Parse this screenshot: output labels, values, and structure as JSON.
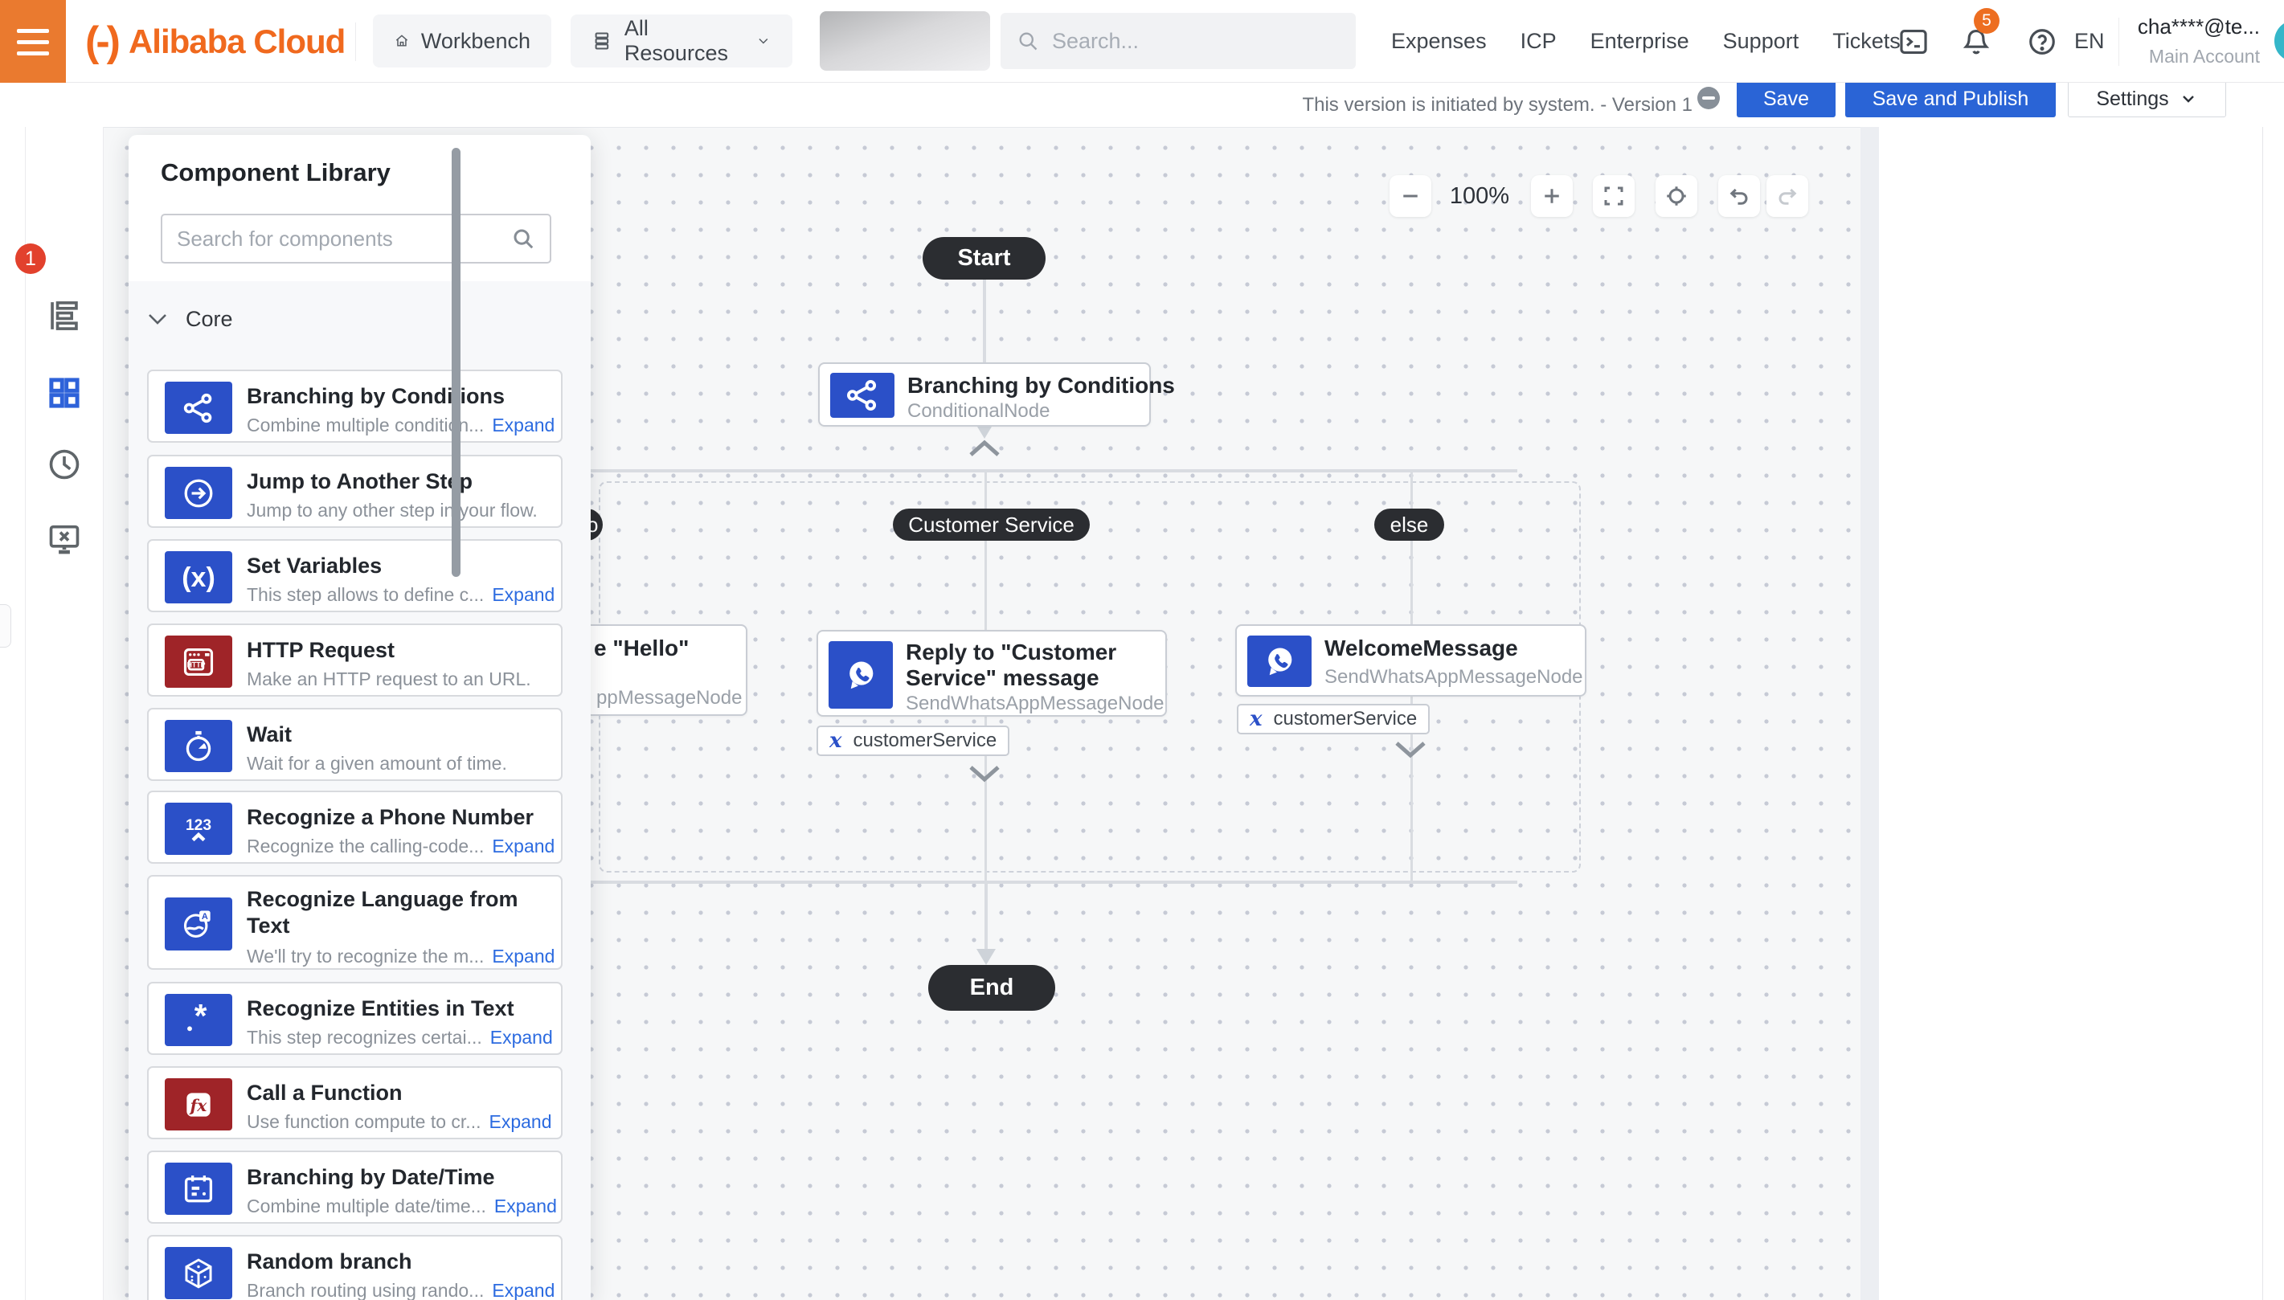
{
  "header": {
    "brand": "Alibaba Cloud",
    "logomark": "(-)",
    "workbench": "Workbench",
    "all_resources": "All Resources",
    "search_placeholder": "Search...",
    "nav": [
      "Expenses",
      "ICP",
      "Enterprise",
      "Support",
      "Tickets"
    ],
    "notification_count": "5",
    "language": "EN",
    "account_email": "cha****@te...",
    "account_type": "Main Account"
  },
  "version_bar": {
    "message": "This version is initiated by system. - Version 1",
    "save": "Save",
    "save_and_publish": "Save and Publish",
    "settings": "Settings"
  },
  "rail": {
    "badge": "1"
  },
  "library": {
    "title": "Component Library",
    "search_placeholder": "Search for components",
    "section": "Core",
    "expand_label": "Expand",
    "items": [
      {
        "icon": "branch-icon",
        "color": "blue",
        "title": "Branching by Conditions",
        "desc": "Combine multiple condition...",
        "expand": true
      },
      {
        "icon": "jump-icon",
        "color": "blue",
        "title": "Jump to Another Step",
        "desc": "Jump to any other step in your flow.",
        "expand": false
      },
      {
        "icon": "variables-icon",
        "color": "blue",
        "title": "Set Variables",
        "desc": "This step allows to define c...",
        "expand": true
      },
      {
        "icon": "http-icon",
        "color": "red",
        "title": "HTTP Request",
        "desc": "Make an HTTP request to an URL.",
        "expand": false
      },
      {
        "icon": "wait-icon",
        "color": "blue",
        "title": "Wait",
        "desc": "Wait for a given amount of time.",
        "expand": false
      },
      {
        "icon": "phone-icon",
        "color": "blue",
        "title": "Recognize a Phone Number",
        "desc": "Recognize the calling-code...",
        "expand": true
      },
      {
        "icon": "language-icon",
        "color": "blue",
        "title": "Recognize Language from Text",
        "desc": "We'll try to recognize the m...",
        "expand": true,
        "tall": true
      },
      {
        "icon": "entities-icon",
        "color": "blue",
        "title": "Recognize Entities in Text",
        "desc": "This step recognizes certai...",
        "expand": true
      },
      {
        "icon": "function-icon",
        "color": "red",
        "title": "Call a Function",
        "desc": "Use function compute to cr...",
        "expand": true
      },
      {
        "icon": "datetime-icon",
        "color": "blue",
        "title": "Branching by Date/Time",
        "desc": "Combine multiple date/time...",
        "expand": true
      },
      {
        "icon": "dice-icon",
        "color": "blue",
        "title": "Random branch",
        "desc": "Branch routing using rando...",
        "expand": true
      }
    ]
  },
  "canvas": {
    "zoom": "100%",
    "start": "Start",
    "end": "End",
    "branch_node": {
      "title": "Branching by Conditions",
      "subtitle": "ConditionalNode"
    },
    "branch_labels": {
      "hello_fragment": "o",
      "customer": "Customer Service",
      "else": "else"
    },
    "hello_node": {
      "title_fragment": "e \"Hello\"",
      "subtitle_fragment": "ppMessageNode"
    },
    "reply_node": {
      "title_line1": "Reply to \"Customer",
      "title_line2": "Service\" message",
      "subtitle": "SendWhatsAppMessageNode"
    },
    "welcome_node": {
      "title": "WelcomeMessage",
      "subtitle": "SendWhatsAppMessageNode"
    },
    "variable_tag": "customerService"
  },
  "colors": {
    "tile_blue": "#2B50C8",
    "tile_red": "#9F2428",
    "accent_blue": "#2A64D6",
    "brand_orange": "#F0691E",
    "badge_red": "#E2412D",
    "link_blue": "#2C6BE0",
    "pill_dark": "#2B2D31"
  }
}
